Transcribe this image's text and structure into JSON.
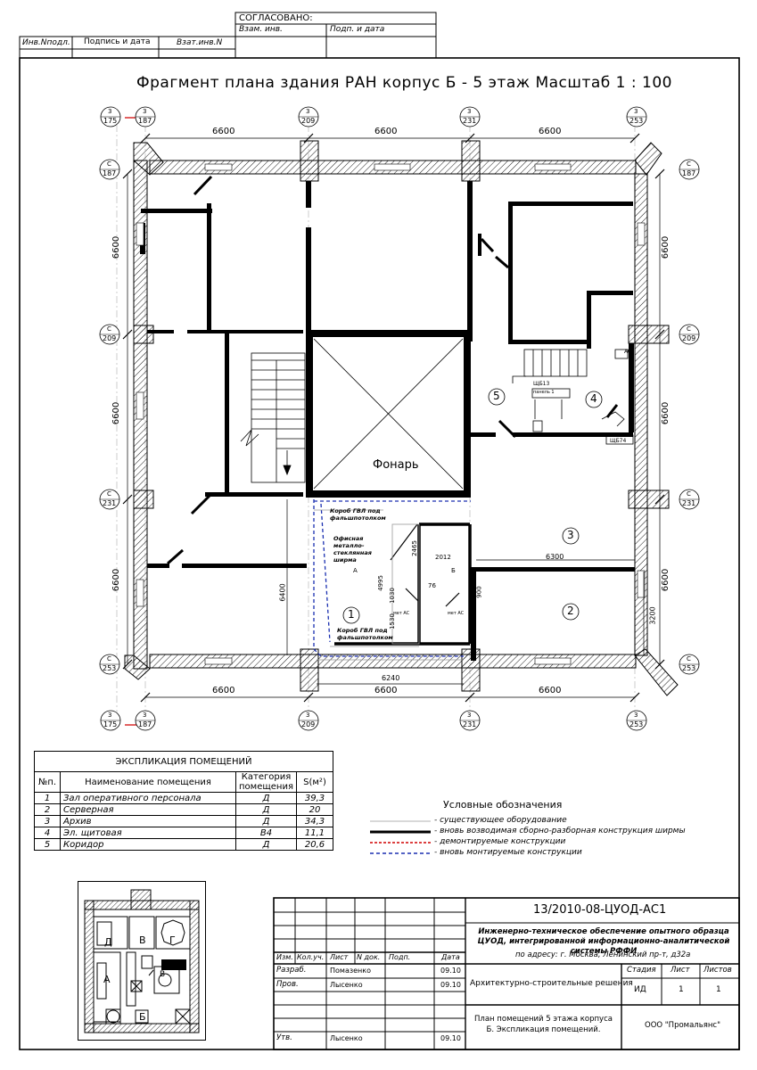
{
  "stamp": {
    "agreed": "СОГЛАСОВАНО:",
    "vzam_inv": "Взам. инв.",
    "podp_data": "Подп. и дата",
    "inv_podl": "Инв.Nподл.",
    "podpis_data": "Подпись и дата",
    "vzam_inv_n": "Взат.инв.N"
  },
  "drawing": {
    "title": "Фрагмент плана здания РАН корпус Б - 5 этаж Масштаб 1 : 100",
    "skylight_label": "Фонарь",
    "axes_top": [
      "175",
      "187",
      "209",
      "231",
      "253"
    ],
    "axes_side": [
      "187",
      "209",
      "231",
      "253"
    ],
    "axis_prefix": "3",
    "axis_side_prefix": "С",
    "dim_top": [
      "6600",
      "6600",
      "6600"
    ],
    "dim_bottom": [
      "6600",
      "6600",
      "6600"
    ],
    "dim_left": [
      "6600",
      "6600",
      "6600"
    ],
    "dim_right": [
      "6600",
      "6600",
      "6600"
    ],
    "dim_inner": {
      "d6240": "6240",
      "d6400": "6400",
      "d6300": "6300",
      "d3200": "3200",
      "d2012": "2012",
      "d4995": "4995",
      "d2465": "2465",
      "d1030": "1030",
      "d1530": "1530",
      "d76": "76",
      "d900": "900"
    },
    "rooms": [
      "1",
      "2",
      "3",
      "4",
      "5"
    ],
    "notes": {
      "box_top": "Короб ГВЛ под фальшпотолком",
      "partition": "Офисная металло-стеклянная ширма",
      "box_bottom": "Короб ГВЛ под фальшпотолком",
      "shield1": "ЩБ13",
      "shield2": "ЩБ74",
      "panel": "панель 1",
      "ab": "Аб",
      "mark_a": "А",
      "mark_b": "Б",
      "floor_mark": "мет АС"
    }
  },
  "explication": {
    "title": "ЭКСПЛИКАЦИЯ ПОМЕЩЕНИЙ",
    "headers": [
      "№п.",
      "Наименование помещения",
      "Категория помещения",
      "S(м²)"
    ],
    "rows": [
      [
        "1",
        "Зал оперативного персонала",
        "Д",
        "39,3"
      ],
      [
        "2",
        "Серверная",
        "Д",
        "20"
      ],
      [
        "3",
        "Архив",
        "Д",
        "34,3"
      ],
      [
        "4",
        "Эл. щитовая",
        "В4",
        "11,1"
      ],
      [
        "5",
        "Коридор",
        "Д",
        "20,6"
      ]
    ]
  },
  "legend": {
    "title": "Условные обозначения",
    "items": [
      {
        "text": "- существующее оборудование",
        "color": "#999999"
      },
      {
        "text": "- вновь возводимая  сборно-разборная конструкция ширмы",
        "color": "#000000"
      },
      {
        "text": "- демонтируемые конструкции",
        "color": "#d00000"
      },
      {
        "text": "- вновь монтируемые конструкции",
        "color": "#1a2fb0"
      }
    ]
  },
  "keyplan": {
    "labels": [
      "Д",
      "В",
      "Г",
      "А",
      "В",
      "Б"
    ]
  },
  "titleblock": {
    "code": "13/2010-08-ЦУОД-АС1",
    "project": "Инженерно-техническое обеспечение опытного образца ЦУОД, интегрированной информационно-аналитической системы РФФИ",
    "address": "по адресу: г. Москва, Ленинский пр-т, д32а",
    "col_headers": [
      "Изм.",
      "Кол.уч.",
      "Лист",
      "N док.",
      "Подп.",
      "Дата"
    ],
    "razrab": "Разраб.",
    "razrab_name": "Помазенко",
    "razrab_date": "09.10",
    "prov": "Пров.",
    "prov_name": "Лысенко",
    "prov_date": "09.10",
    "utv": "Утв.",
    "utv_name": "Лысенко",
    "utv_date": "09.10",
    "section": "Архитектурно-строительные решения",
    "stadia_h": "Стадия",
    "list_h": "Лист",
    "listov_h": "Листов",
    "stadia": "ИД",
    "list": "1",
    "listov": "1",
    "sheet_title": "План помещений 5 этажа корпуса Б. Экспликация помещений.",
    "company": "ООО \"Промальянс\""
  }
}
